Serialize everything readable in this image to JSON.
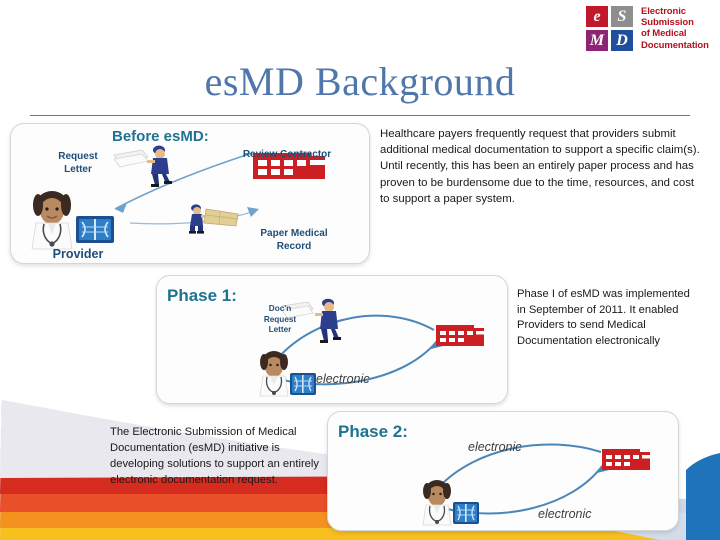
{
  "slide": {
    "title": "esMD Background",
    "title_color": "#4f77ab",
    "rule_color": "#b4566e",
    "background_color": "#ffffff"
  },
  "logo": {
    "tiles": [
      {
        "letter": "e",
        "color": "#c2182b"
      },
      {
        "letter": "S",
        "color": "#8e8e8e"
      },
      {
        "letter": "M",
        "color": "#8e2574"
      },
      {
        "letter": "D",
        "color": "#1f4e9c"
      }
    ],
    "lines": [
      "Electronic",
      "Submission",
      "of Medical",
      "Documentation"
    ],
    "text_color": "#b4121f"
  },
  "panels": {
    "before": {
      "label": "Before esMD:",
      "label_color": "#1f7391",
      "icons": {
        "request_letter_label": "Request\nLetter",
        "review_contractor_label": "Review Contractor",
        "paper_medical_record_label": "Paper Medical\nRecord",
        "provider_label": "Provider"
      }
    },
    "phase1": {
      "label": "Phase 1:",
      "label_color": "#1f7391",
      "icons": {
        "docn_request_letter_label": "Doc'n\nRequest\nLetter",
        "electronic_label": "electronic"
      }
    },
    "phase2": {
      "label": "Phase 2:",
      "label_color": "#1f7391",
      "icons": {
        "electronic_top_label": "electronic",
        "electronic_bottom_label": "electronic"
      }
    }
  },
  "paragraphs": {
    "before": "Healthcare payers frequently request that providers submit additional medical documentation to support a specific claim(s).  Until recently, this has been an entirely paper process and has proven to be burdensome due to the time, resources, and cost to support a paper system.",
    "phase1": "Phase I of esMD was implemented in September of 2011. It enabled Providers to send Medical Documentation electronically",
    "bottom_left": "The Electronic Submission of Medical Documentation (esMD) initiative is developing solutions to support an entirely electronic documentation request."
  },
  "decor": {
    "swoosh_red": "#e23b21",
    "swoosh_orange": "#f28c1e",
    "swoosh_yellow": "#f7c01f",
    "swoosh_blue_grey": "#c8d2e4",
    "swoosh_blue": "#1f73ba",
    "building_color": "#cc1f24",
    "arrow_color": "#4a86b8"
  }
}
